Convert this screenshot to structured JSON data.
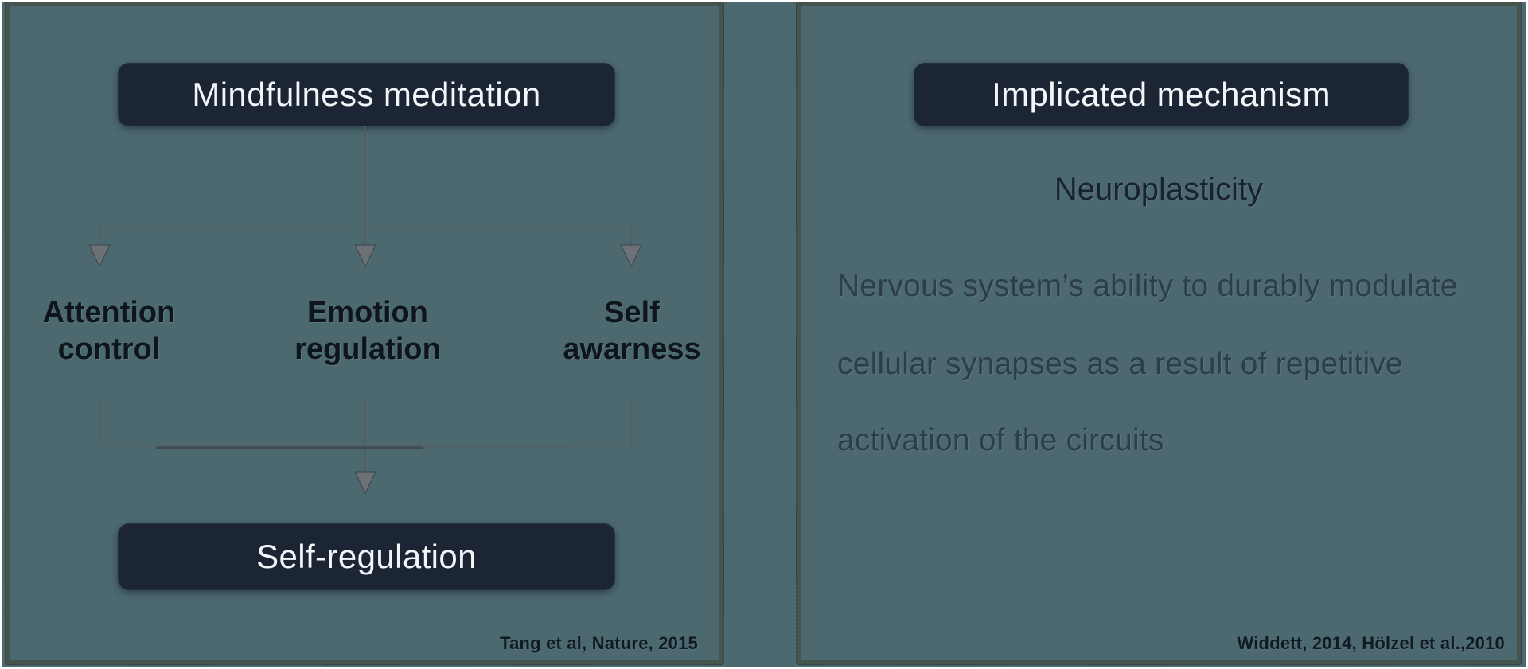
{
  "colors": {
    "background": "#4c6970",
    "panel_border": "#46544e",
    "node_bg": "#1b2533",
    "node_text": "#f3f6f8",
    "line": "#565d60",
    "arrow_fill": "#6b7176",
    "arrow_stroke": "#3d444a",
    "heading_text": "#18232f",
    "label_text": "#0e161c",
    "body_text": "#2c3d4c",
    "citation_text": "#0f1a24"
  },
  "left_panel": {
    "title_box": "Mindfulness meditation",
    "branches": [
      {
        "line1": "Attention",
        "line2": "control"
      },
      {
        "line1": "Emotion",
        "line2": "regulation"
      },
      {
        "line1": "Self",
        "line2": "awarness"
      }
    ],
    "result_box": "Self-regulation",
    "citation": "Tang et al, Nature, 2015"
  },
  "right_panel": {
    "title_box": "Implicated mechanism",
    "subtitle": "Neuroplasticity",
    "description_lines": [
      "Nervous system’s ability to durably modulate",
      "cellular synapses as a result of repetitive",
      "activation of the circuits"
    ],
    "citation": "Widdett, 2014, Hölzel et al.,2010"
  }
}
